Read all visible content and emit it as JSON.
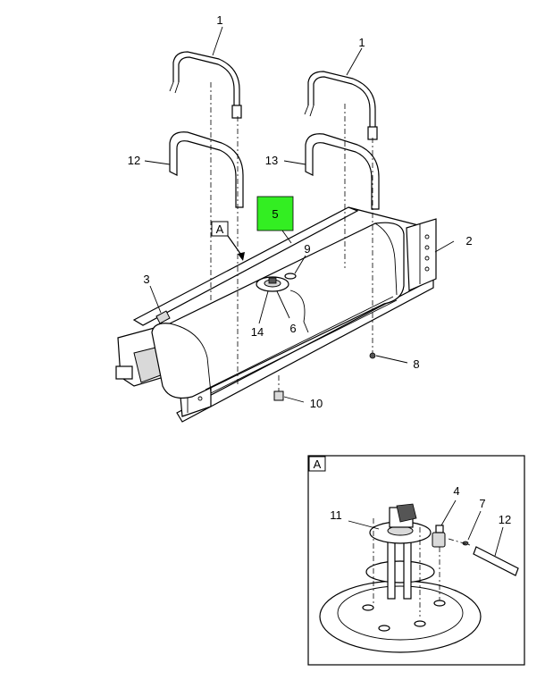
{
  "callouts": {
    "strap_left": "1",
    "strap_right": "1",
    "bracket": "2",
    "hose_fitting": "3",
    "sender_fitting": "4",
    "tank": "5",
    "sender_unit": "6",
    "detail_clip": "7",
    "nut": "8",
    "cap": "9",
    "drain_plug": "10",
    "sender_assembly": "11",
    "insulator_left": "12",
    "insulator_right": "13",
    "gasket": "14",
    "detail_tube": "12"
  },
  "detail_label": "A",
  "detail_flag": "A",
  "colors": {
    "highlight": "#33ee22",
    "line": "#000000"
  }
}
